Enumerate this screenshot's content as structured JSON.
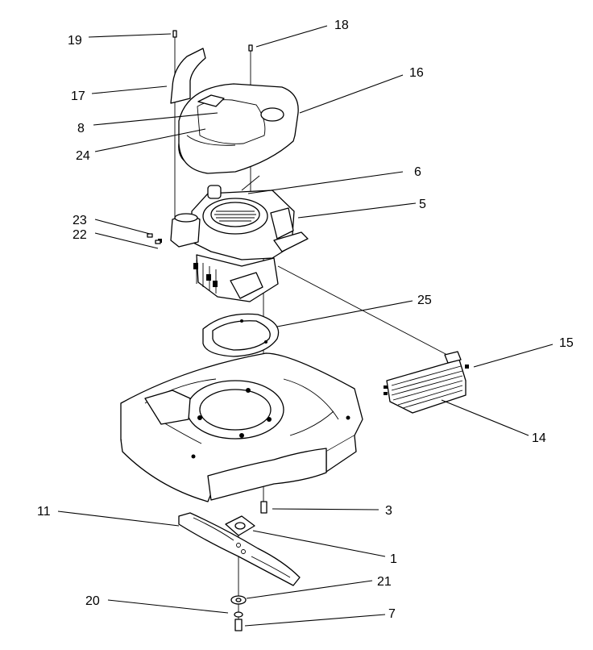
{
  "callouts": {
    "c1": "1",
    "c3": "3",
    "c5": "5",
    "c6": "6",
    "c7": "7",
    "c8": "8",
    "c11": "11",
    "c14": "14",
    "c15": "15",
    "c16": "16",
    "c17": "17",
    "c18": "18",
    "c19": "19",
    "c20": "20",
    "c21": "21",
    "c22": "22",
    "c23": "23",
    "c24": "24",
    "c25": "25"
  }
}
